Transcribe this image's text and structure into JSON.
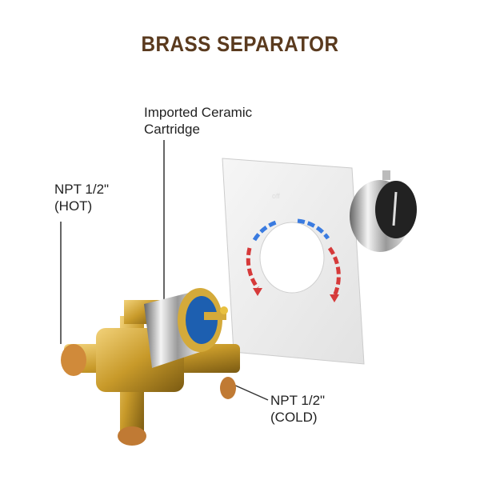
{
  "title": "BRASS SEPARATOR",
  "labels": {
    "cartridge": [
      "Imported Ceramic",
      "Cartridge"
    ],
    "hot": [
      "NPT 1/2\"",
      "(HOT)"
    ],
    "cold": [
      "NPT 1/2\"",
      "(COLD)"
    ]
  },
  "plate_text": "off",
  "colors": {
    "title": "#5a3a1e",
    "brass": "#c89a2a",
    "hot": "#d63a3a",
    "cold": "#3a7be0"
  }
}
